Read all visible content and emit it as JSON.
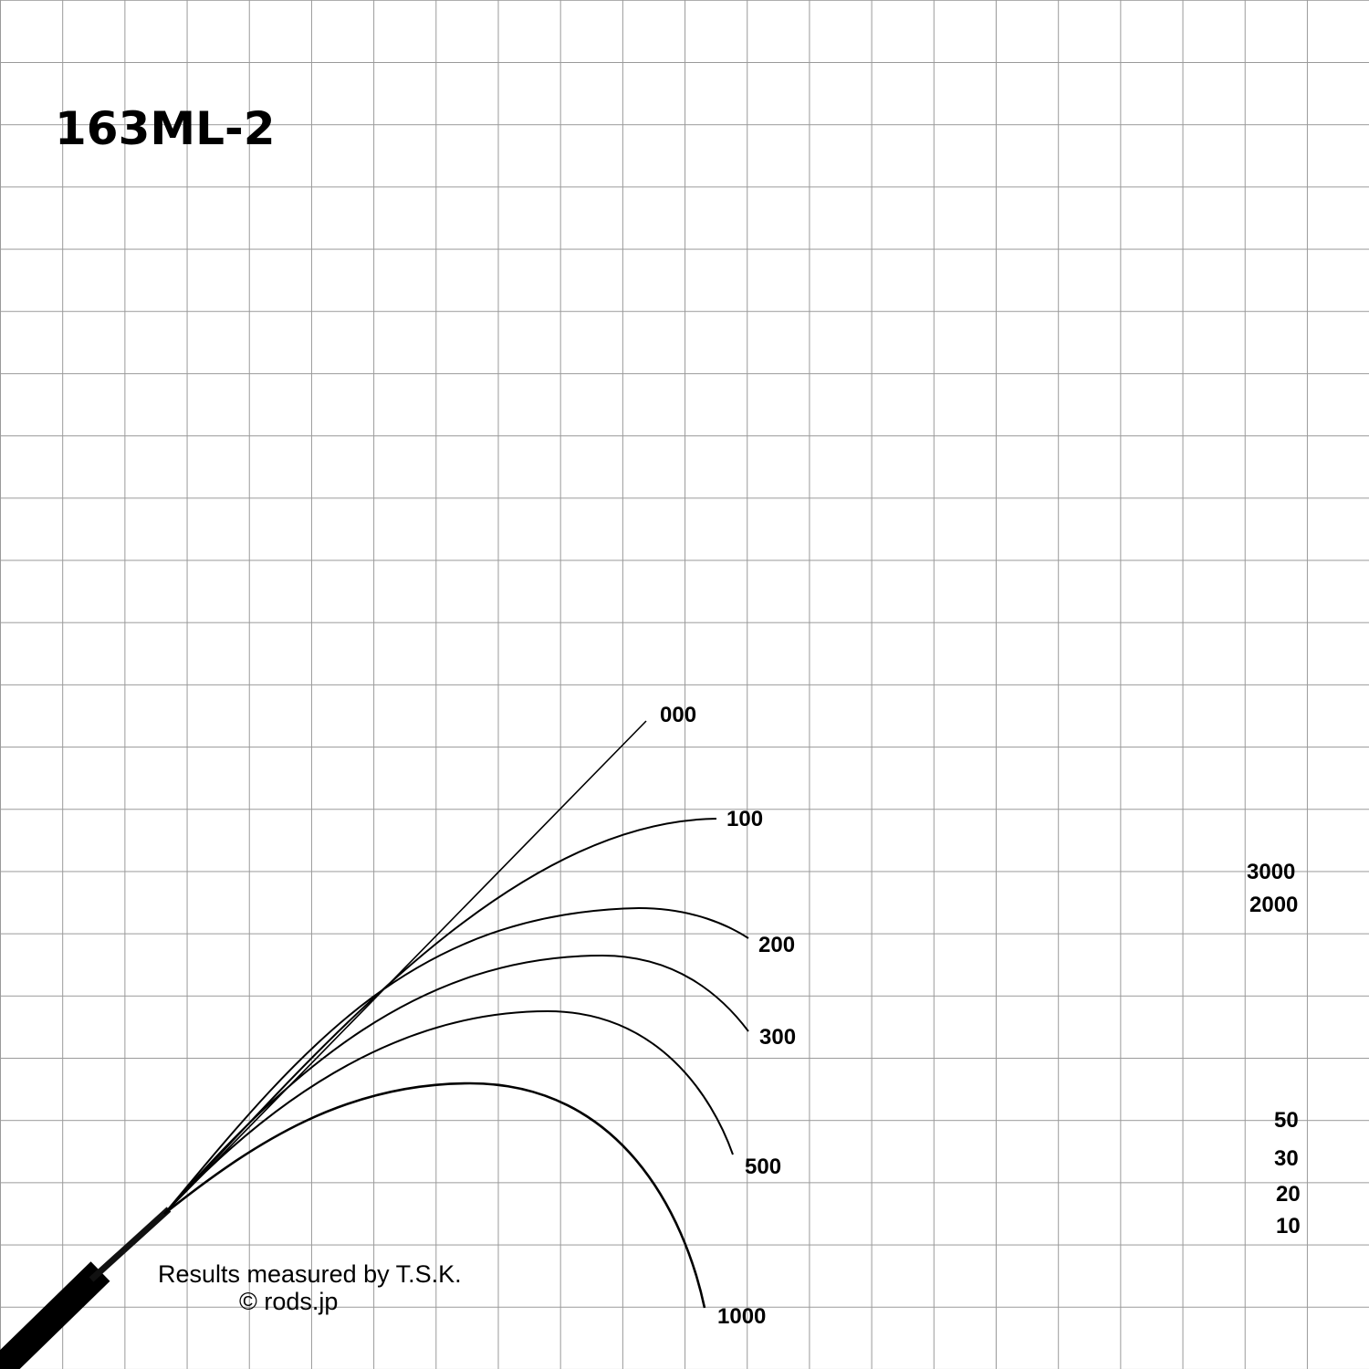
{
  "title": "163ML-2",
  "credit": {
    "line1": "Results measured by T.S.K.",
    "line2": "© rods.jp"
  },
  "chart_data": {
    "type": "line",
    "title": "163ML-2",
    "description_labels": [
      "000",
      "100",
      "200",
      "300",
      "500",
      "1000"
    ],
    "series": [
      {
        "name": "000",
        "load_g": 0
      },
      {
        "name": "100",
        "load_g": 100
      },
      {
        "name": "200",
        "load_g": 200
      },
      {
        "name": "300",
        "load_g": 300
      },
      {
        "name": "500",
        "load_g": 500
      },
      {
        "name": "1000",
        "load_g": 1000
      }
    ],
    "unused_labels": [
      "3000",
      "2000",
      "50",
      "30",
      "20",
      "10"
    ],
    "grid": true,
    "xlabel": "",
    "ylabel": ""
  },
  "colors": {
    "line": "#000000",
    "grid": "#9a9a9a"
  }
}
